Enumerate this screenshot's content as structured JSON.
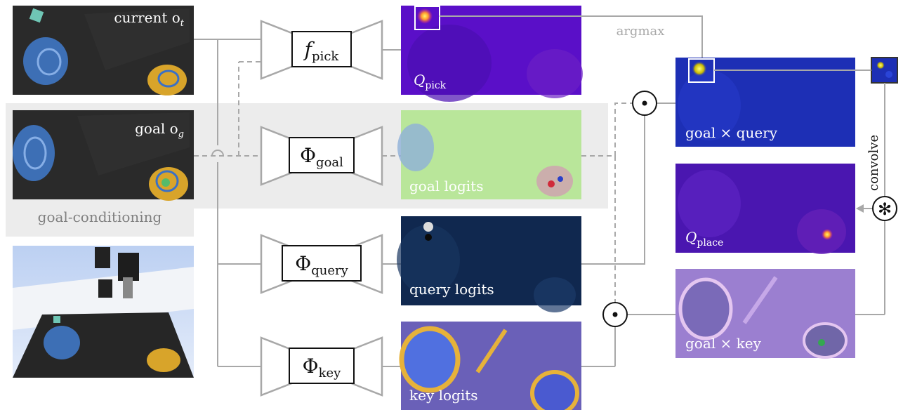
{
  "labels": {
    "current": "current o",
    "current_sub": "t",
    "goal": "goal o",
    "goal_sub": "g",
    "goal_conditioning": "goal-conditioning",
    "argmax": "argmax",
    "convolve": "convolve",
    "goal_x_query": "goal × query",
    "goal_x_key": "goal × key",
    "q_pick": "Q",
    "q_pick_sub": "pick",
    "q_place": "Q",
    "q_place_sub": "place",
    "goal_logits": "goal logits",
    "query_logits": "query logits",
    "key_logits": "key logits"
  },
  "networks": {
    "pick": {
      "main": "f",
      "sub": "pick"
    },
    "goal": {
      "main": "Φ",
      "sub": "goal"
    },
    "query": {
      "main": "Φ",
      "sub": "query"
    },
    "key": {
      "main": "Φ",
      "sub": "key"
    }
  },
  "operators": {
    "dot": "⊙",
    "conv": "✻"
  },
  "colors": {
    "scene_dark": "#2b2b2b",
    "pick_map": "#5a0fc8",
    "goal_map": "#b9e69a",
    "query_map": "#10284f",
    "key_map": "#6a60b8",
    "goal_query_map": "#1d2fb5",
    "place_map": "#4a16b0",
    "goal_key_map": "#9b7fd0",
    "highlight_band": "#ececec",
    "line": "#a8a8a8"
  }
}
